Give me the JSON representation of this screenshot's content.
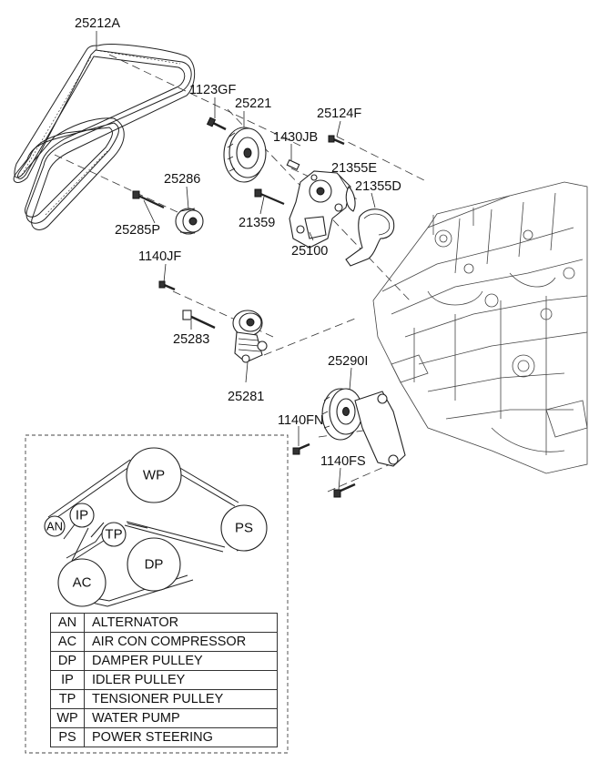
{
  "parts": {
    "belt": "25212A",
    "bolt_1123GF": "1123GF",
    "pulley_25221": "25221",
    "bolt_25124F": "25124F",
    "pin_1430JB": "1430JB",
    "gasket_21355E": "21355E",
    "gasket_21355D": "21355D",
    "idler_25286": "25286",
    "bolt_25285P": "25285P",
    "bolt_21359": "21359",
    "pump_25100": "25100",
    "bolt_1140JF": "1140JF",
    "bolt_25283": "25283",
    "tensioner_25281": "25281",
    "damper_25290I": "25290I",
    "bolt_1140FN": "1140FN",
    "bolt_1140FS": "1140FS"
  },
  "belt_routing": {
    "pulleys": [
      "WP",
      "AN",
      "IP",
      "TP",
      "PS",
      "DP",
      "AC"
    ]
  },
  "legend": [
    {
      "abbr": "AN",
      "name": "ALTERNATOR"
    },
    {
      "abbr": "AC",
      "name": "AIR CON COMPRESSOR"
    },
    {
      "abbr": "DP",
      "name": "DAMPER PULLEY"
    },
    {
      "abbr": "IP",
      "name": "IDLER PULLEY"
    },
    {
      "abbr": "TP",
      "name": "TENSIONER PULLEY"
    },
    {
      "abbr": "WP",
      "name": "WATER PUMP"
    },
    {
      "abbr": "PS",
      "name": "POWER STEERING"
    }
  ]
}
